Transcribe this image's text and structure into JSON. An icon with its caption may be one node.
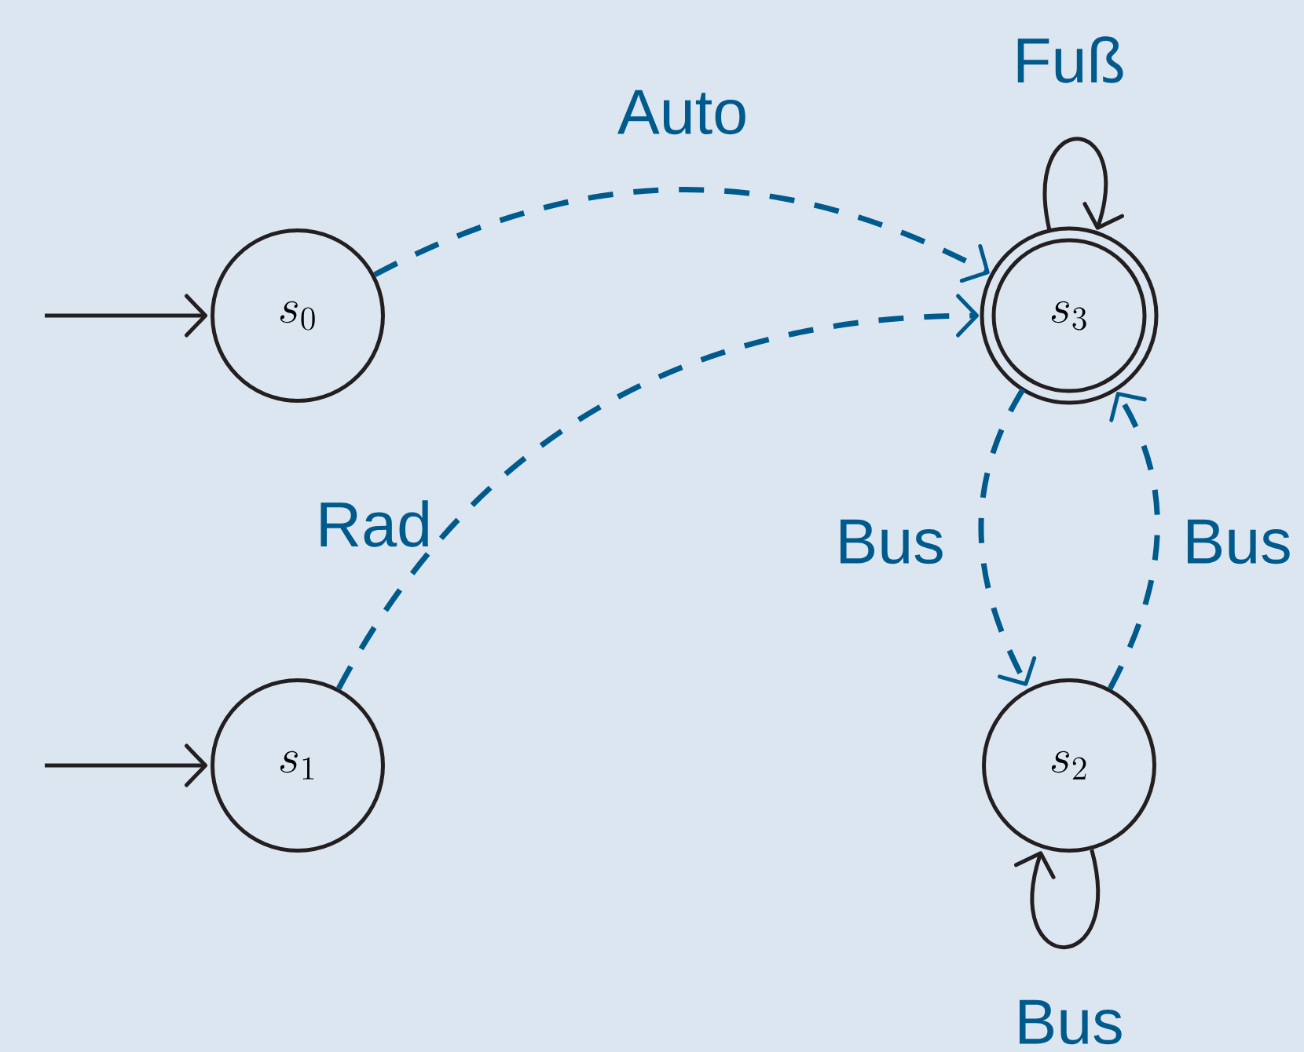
{
  "diagram": {
    "nodes": [
      {
        "text": [
          "s_0"
        ]
      },
      {
        "text": [
          "s_3"
        ]
      },
      {
        "text": [
          "s_1"
        ]
      },
      {
        "text": [
          "s_2"
        ]
      }
    ],
    "edges": [
      {
        "from": null,
        "to": 0,
        "arrow": "to"
      },
      {
        "from": null,
        "to": 2,
        "arrow": "to"
      },
      {
        "from": 0,
        "to": 1,
        "arrow": "to",
        "label": "Auto",
        "style": "dashed",
        "color": "#005a8c"
      },
      {
        "from": 2,
        "to": 1,
        "arrow": "to",
        "label": "Rad",
        "style": "dashed",
        "color": "#005a8c"
      },
      {
        "from": 1,
        "to": 1,
        "arrow": "to",
        "label": "Fuß"
      },
      {
        "from": 1,
        "to": 3,
        "arrow": "to",
        "label": "Bus",
        "style": "dashed",
        "color": "#005a8c"
      },
      {
        "from": 3,
        "to": 1,
        "arrow": "to",
        "label": "Bus",
        "style": "dashed",
        "color": "#005a8c"
      },
      {
        "from": 3,
        "to": 3,
        "arrow": "to",
        "label": "Bus"
      }
    ]
  }
}
